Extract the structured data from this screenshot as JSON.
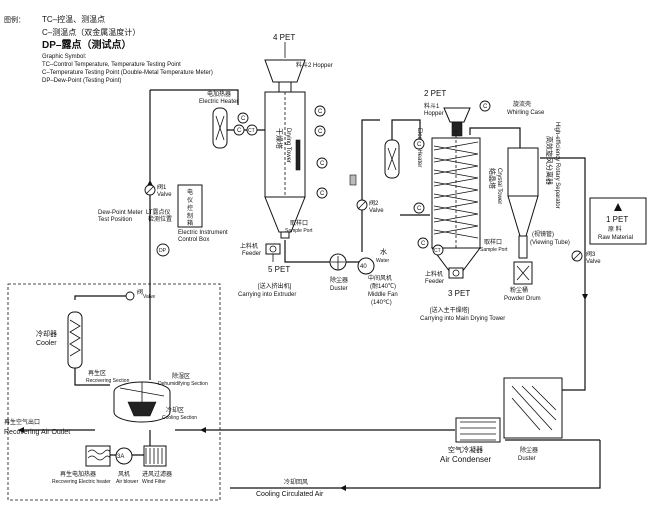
{
  "legend": {
    "title": "图例：",
    "tc_cn": "TC–控温、测温点",
    "c_cn": "C–测温点（双金属温度计）",
    "dp_cn": "DP–露点（测试点）",
    "symbol_en": "Graphic Symbol:",
    "tc_en": "TC–Control Temperature, Temperature Testing Point",
    "c_en": "C–Temperature Testing Point (Double-Metal Temperature Meter)",
    "dp_en": "DP–Dew-Point (Testing Point)"
  },
  "tags": {
    "c": "C",
    "ct": "CT",
    "dp": "DP",
    "num40": "40",
    "num3a": "3A"
  },
  "drying": {
    "pet4": "4  PET",
    "hopper2": "料斗2 Hopper",
    "heater_cn": "电加热器",
    "heater_en": "Electric Heater",
    "tower_cn": "干燥塔",
    "tower_en": "Drying Tower",
    "sample_cn": "取样口",
    "sample_en": "Sample Port",
    "feeder_cn": "上料机",
    "feeder_en": "Feeder",
    "pet5": "5  PET",
    "extruder_cn": "[送入挤出机]",
    "extruder_en": "Carrying into Extruder"
  },
  "control": {
    "valve1_cn": "阀1",
    "valve1_en": "Valve",
    "box_cn1": "电",
    "box_cn2": "仪",
    "box_cn3": "控",
    "box_cn4": "制",
    "box_cn5": "箱",
    "box_en1": "Electric Instrument",
    "box_en2": "Control Box",
    "dewpoint_en1": "Dew-Point Meter",
    "dewpoint_en2": "Test Position",
    "dewpoint_cn1": "LT露点仪",
    "dewpoint_cn2": "检测位置"
  },
  "middle": {
    "duster_cn": "除尘器",
    "duster_en": "Duster",
    "fan_cn": "中间风机",
    "fan_temp_cn": "(耐140℃)",
    "fan_en": "Middle Fan",
    "fan_temp_en": "(140℃)",
    "water_cn": "水",
    "water_en": "Water",
    "valve2_cn": "阀2",
    "valve2_en": "Valve"
  },
  "crystal": {
    "pet2": "2  PET",
    "hopper1": "料斗1",
    "hopper_en": "Hopper",
    "heater_en": "Electric Heater",
    "tower_cn": "结晶塔",
    "tower_en": "Crystal Tower",
    "sample_cn": "取样口",
    "sample_en": "Sample Port",
    "feeder_cn": "上料机",
    "feeder_en": "Feeder",
    "pet3": "3  PET",
    "main_cn": "[送入主干燥塔]",
    "main_en": "Carrying into Main Drying Tower"
  },
  "cyclone": {
    "whirl_cn": "旋流壳",
    "whirl_en": "Whirling Case",
    "sep_cn1": "高效旋风分离器",
    "sep_en": "High-efficiency Rotary Separator",
    "tube_cn": "(视镜管)",
    "tube_en": "(Viewing Tube)",
    "drum_cn": "粉尘桶",
    "drum_en": "Powder Drum",
    "valve3_cn": "阀3",
    "valve3_en": "Valve"
  },
  "raw": {
    "pet1": "1  PET",
    "cn": "原  料",
    "en": "Raw Material"
  },
  "dehumid": {
    "valve_cn": "阀",
    "valve_en": "Valve",
    "cooler_cn": "冷却器",
    "cooler_en": "Cooler",
    "recover_cn": "再生区",
    "recover_en": "Recovering Section",
    "dehum_cn": "除湿区",
    "dehum_en": "Dehumidifying Section",
    "cool_cn": "冷却区",
    "cool_en": "Cooling Section",
    "outlet_cn": "再生空气出口",
    "outlet_en": "Recovering Air Outlet",
    "rheater_cn": "再生电加热器",
    "rheater_en": "Recovering Electric heater",
    "blower_cn": "风机",
    "blower_en": "Air blower",
    "filter_cn": "进风过滤器",
    "filter_en": "Wind Filter"
  },
  "condenser": {
    "cn": "空气冷凝器",
    "en": "Air Condenser",
    "duster_cn": "除尘器",
    "duster_en": "Duster"
  },
  "bottom": {
    "return_cn": "冷却回风",
    "return_en": "Cooling Circulated Air"
  }
}
